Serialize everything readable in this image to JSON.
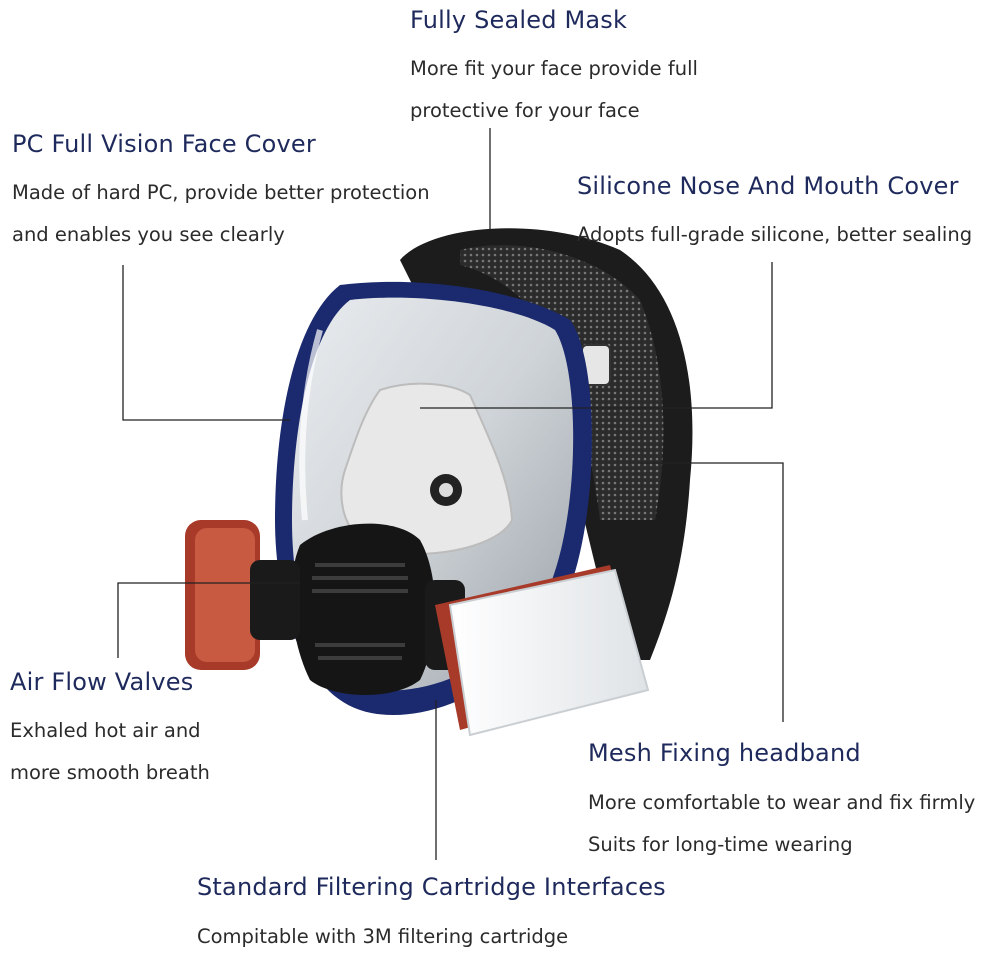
{
  "colors": {
    "title": "#1f2a5c",
    "text": "#2b2b2b",
    "leader_line": "#222222",
    "mask_frame": "#1b2a6e",
    "mesh": "#2a2a2a",
    "filter_red": "#a83a2a"
  },
  "features": {
    "sealed": {
      "title": "Fully Sealed Mask",
      "desc1": "More fit your face provide full",
      "desc2": "protective for your face"
    },
    "pc": {
      "title": "PC Full Vision Face Cover",
      "desc1": "Made of hard PC, provide better protection",
      "desc2": "and enables you see clearly"
    },
    "silicone": {
      "title": "Silicone Nose And Mouth Cover",
      "desc1": "Adopts full-grade silicone, better sealing"
    },
    "airflow": {
      "title": "Air Flow Valves",
      "desc1": "Exhaled hot air and",
      "desc2": "more smooth breath"
    },
    "mesh": {
      "title": "Mesh Fixing headband",
      "desc1": "More comfortable to wear and fix firmly",
      "desc2": "Suits for long-time wearing"
    },
    "cartridge": {
      "title": "Standard Filtering Cartridge Interfaces",
      "desc1": "Compitable with 3M filtering cartridge"
    }
  }
}
